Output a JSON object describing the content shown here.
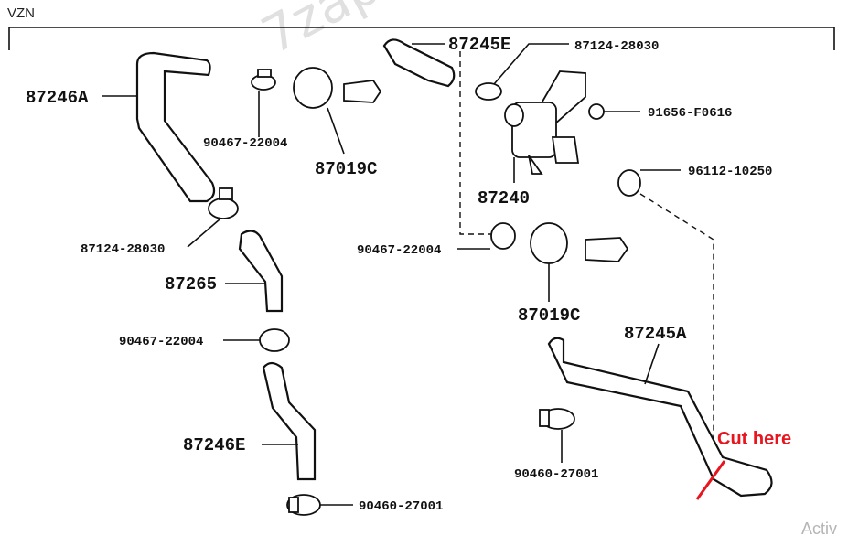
{
  "header": {
    "code": "VZN"
  },
  "watermark": "7zap",
  "corner_text": "Activ",
  "annotation": {
    "text": "Cut here",
    "color": "#e8141e"
  },
  "labels": {
    "hose_87246A": "87246A",
    "clamp_87124_28030_left": "87124-28030",
    "clip_90467_22004_top": "90467-22004",
    "cap_87019C_top": "87019C",
    "hose_87245E": "87245E",
    "clamp_87124_28030_top": "87124-28030",
    "nut_91656_F0616": "91656-F0616",
    "valve_87240": "87240",
    "clamp_96112_10250": "96112-10250",
    "clip_90467_22004_mid": "90467-22004",
    "cap_87019C_bottom": "87019C",
    "hose_87265": "87265",
    "clip_90467_22004_left": "90467-22004",
    "hose_87245A": "87245A",
    "hose_87246E": "87246E",
    "clamp_90460_27001_right": "90460-27001",
    "clamp_90460_27001_bottom": "90460-27001"
  }
}
